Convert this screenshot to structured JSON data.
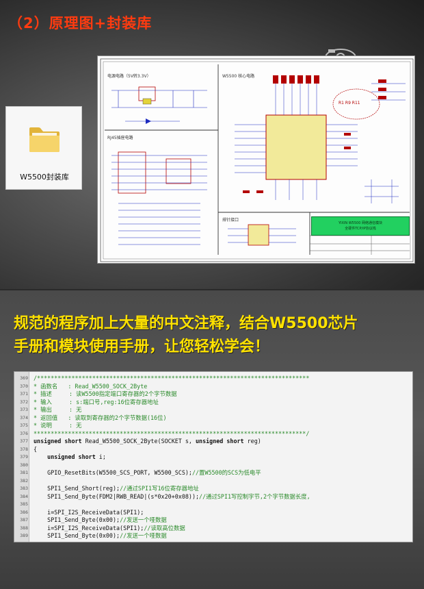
{
  "top_section": {
    "title": "（2）原理图+封装库",
    "folder": {
      "label": "W5500封装库",
      "icon": "folder-icon"
    },
    "schematic": {
      "power_block_title": "电源电路（5V转3.3V）",
      "core_block_title": "W5500 核心电路",
      "rj45_block_title": "RJ45插座电路",
      "header_block_title": "排针接口",
      "title_block_line1": "YIXIN W5500 网络通信模块",
      "title_block_line2": "全硬件TCP/IP协议栈",
      "annotation": "R1 R9 R11",
      "colors": {
        "green_block": "#22d060",
        "wire": "#1d2bbf",
        "label": "#b30000"
      }
    }
  },
  "bottom_section": {
    "headline_line1": "规范的程序加上大量的中文注释，结合W5500芯片",
    "headline_line2": "手册和模块使用手册，让您轻松学会！",
    "code_lines": [
      {
        "n": "369",
        "text": "/*******************************************************************************"
      },
      {
        "n": "370",
        "text": "* 函数名   : Read_W5500_SOCK_2Byte"
      },
      {
        "n": "371",
        "text": "* 描述     : 读W5500指定端口寄存器的2个字节数据"
      },
      {
        "n": "372",
        "text": "* 输入     : s:端口号,reg:16位寄存器地址"
      },
      {
        "n": "373",
        "text": "* 输出     : 无"
      },
      {
        "n": "374",
        "text": "* 返回值   : 读取到寄存器的2个字节数据(16位)"
      },
      {
        "n": "375",
        "text": "* 说明     : 无"
      },
      {
        "n": "376",
        "text": "*******************************************************************************/"
      },
      {
        "n": "377",
        "kw1": "unsigned short",
        "text": " Read_W5500_SOCK_2Byte(SOCKET s, ",
        "kw2": "unsigned short",
        "text2": " reg)"
      },
      {
        "n": "378",
        "text": "{"
      },
      {
        "n": "379",
        "kw1": "    unsigned short",
        "text": " i;"
      },
      {
        "n": "380",
        "text": ""
      },
      {
        "n": "381",
        "text": "    GPIO_ResetBits(W5500_SCS_PORT, W5500_SCS);",
        "comment": "//置W5500的SCS为低电平"
      },
      {
        "n": "382",
        "text": ""
      },
      {
        "n": "383",
        "text": "    SPI1_Send_Short(reg);",
        "comment": "//通过SPI1写16位寄存器地址"
      },
      {
        "n": "384",
        "text": "    SPI1_Send_Byte(FDM2|RWB_READ|(s*0x20+0x08));",
        "comment": "//通过SPI1写控制字节,2个字节数据长度,"
      },
      {
        "n": "385",
        "text": ""
      },
      {
        "n": "386",
        "text": "    i=SPI_I2S_ReceiveData(SPI1);"
      },
      {
        "n": "387",
        "text": "    SPI1_Send_Byte(0x00);",
        "comment": "//发送一个哑数据"
      },
      {
        "n": "388",
        "text": "    i=SPI_I2S_ReceiveData(SPI1);",
        "comment": "//读取高位数据"
      },
      {
        "n": "389",
        "text": "    SPI1_Send_Byte(0x00);",
        "comment": "//发送一个哑数据"
      }
    ],
    "colors": {
      "headline": "#ffe200",
      "comment": "#2a8a2a"
    }
  }
}
